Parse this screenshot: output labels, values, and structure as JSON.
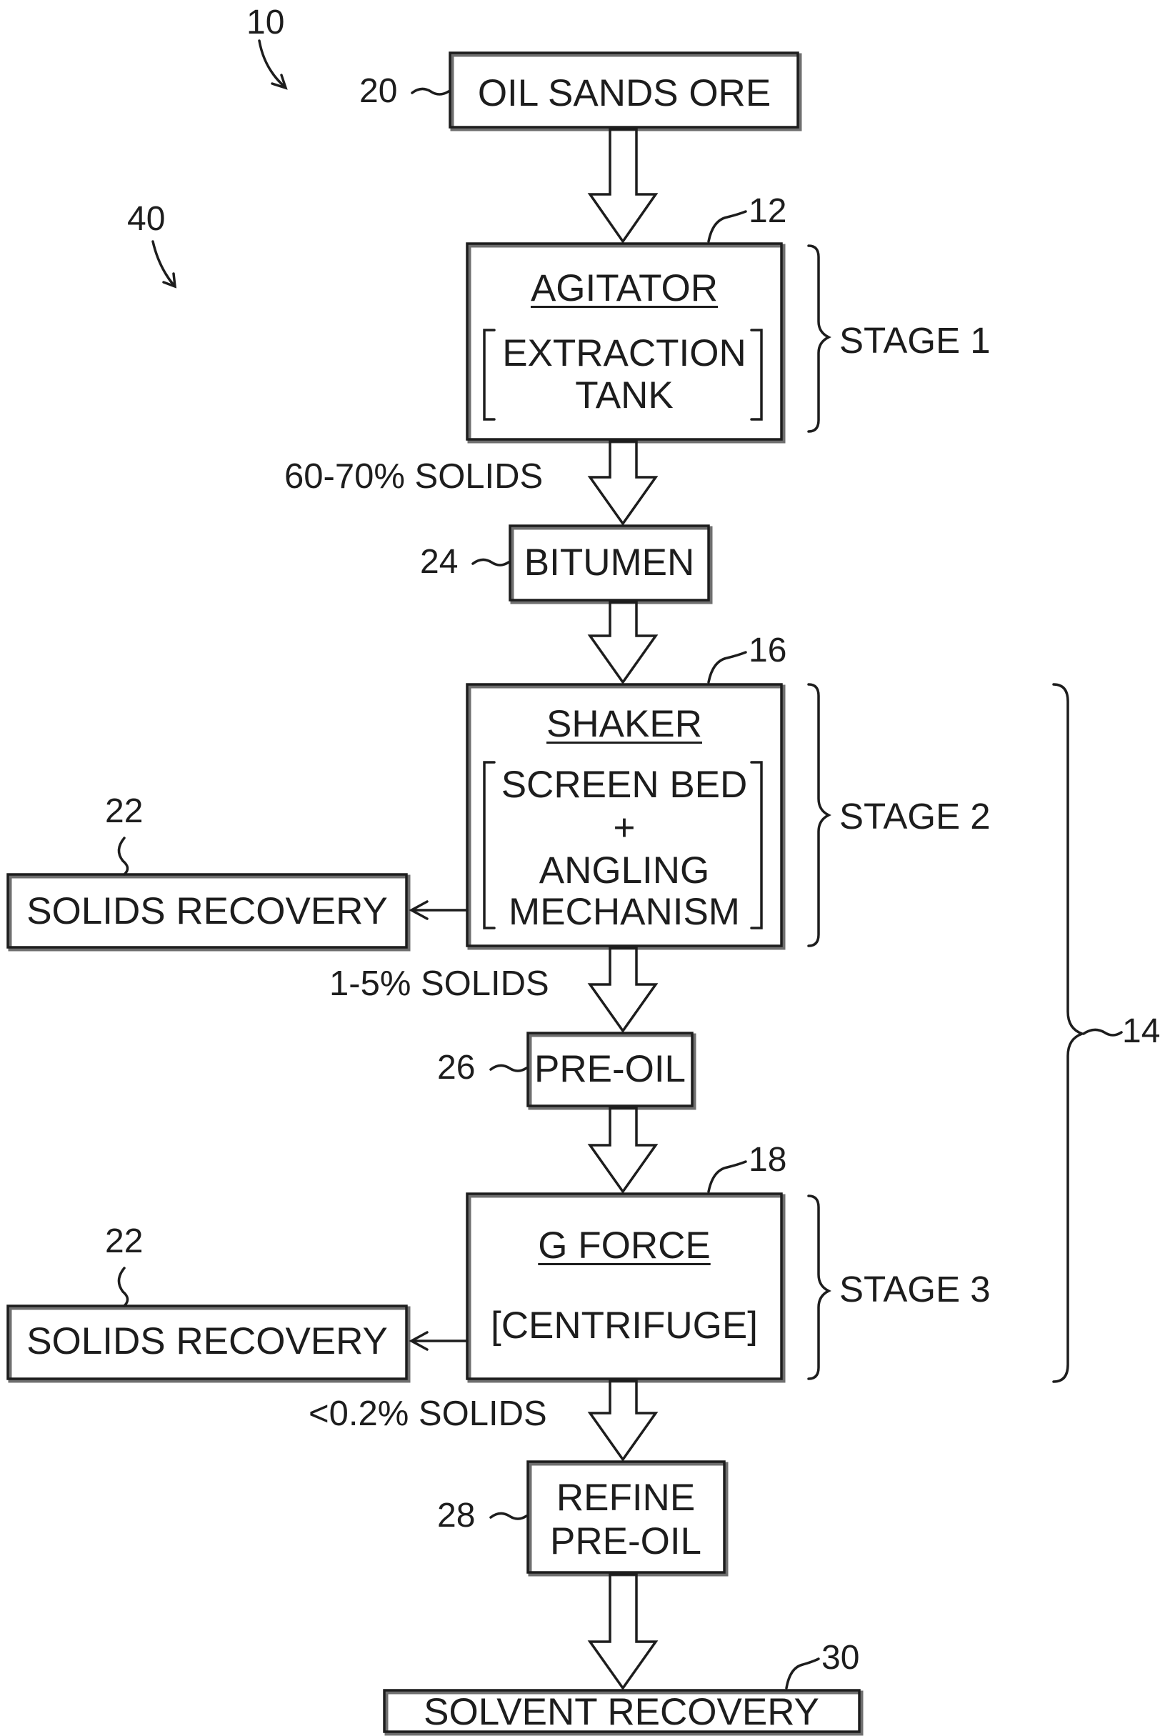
{
  "figure": {
    "ref_main": "10",
    "ref_group": "40"
  },
  "nodes": {
    "oil_sands_ore": {
      "ref": "20",
      "label": "OIL SANDS ORE"
    },
    "agitator": {
      "ref": "12",
      "title": "AGITATOR",
      "detail_line1": "EXTRACTION",
      "detail_line2": "TANK",
      "stage": "STAGE 1"
    },
    "bitumen": {
      "ref": "24",
      "label": "BITUMEN"
    },
    "shaker": {
      "ref": "16",
      "title": "SHAKER",
      "detail_line1": "SCREEN BED",
      "detail_line2": "+",
      "detail_line3": "ANGLING",
      "detail_line4": "MECHANISM",
      "stage": "STAGE 2"
    },
    "solids_recovery_1": {
      "ref": "22",
      "label": "SOLIDS RECOVERY"
    },
    "pre_oil": {
      "ref": "26",
      "label": "PRE-OIL"
    },
    "g_force": {
      "ref": "18",
      "title": "G FORCE",
      "detail": "[CENTRIFUGE]",
      "stage": "STAGE 3"
    },
    "solids_recovery_2": {
      "ref": "22",
      "label": "SOLIDS RECOVERY"
    },
    "refine_pre_oil": {
      "ref": "28",
      "label_line1": "REFINE",
      "label_line2": "PRE-OIL"
    },
    "solvent_recovery": {
      "ref": "30",
      "label": "SOLVENT RECOVERY"
    }
  },
  "flows": {
    "after_stage1": "60-70% SOLIDS",
    "after_stage2": "1-5% SOLIDS",
    "after_stage3": "<0.2% SOLIDS"
  },
  "group_brace": {
    "ref": "14"
  },
  "colors": {
    "ink": "#1d1d1d",
    "box_shadow": "#6f6f6f",
    "background": "#ffffff"
  }
}
